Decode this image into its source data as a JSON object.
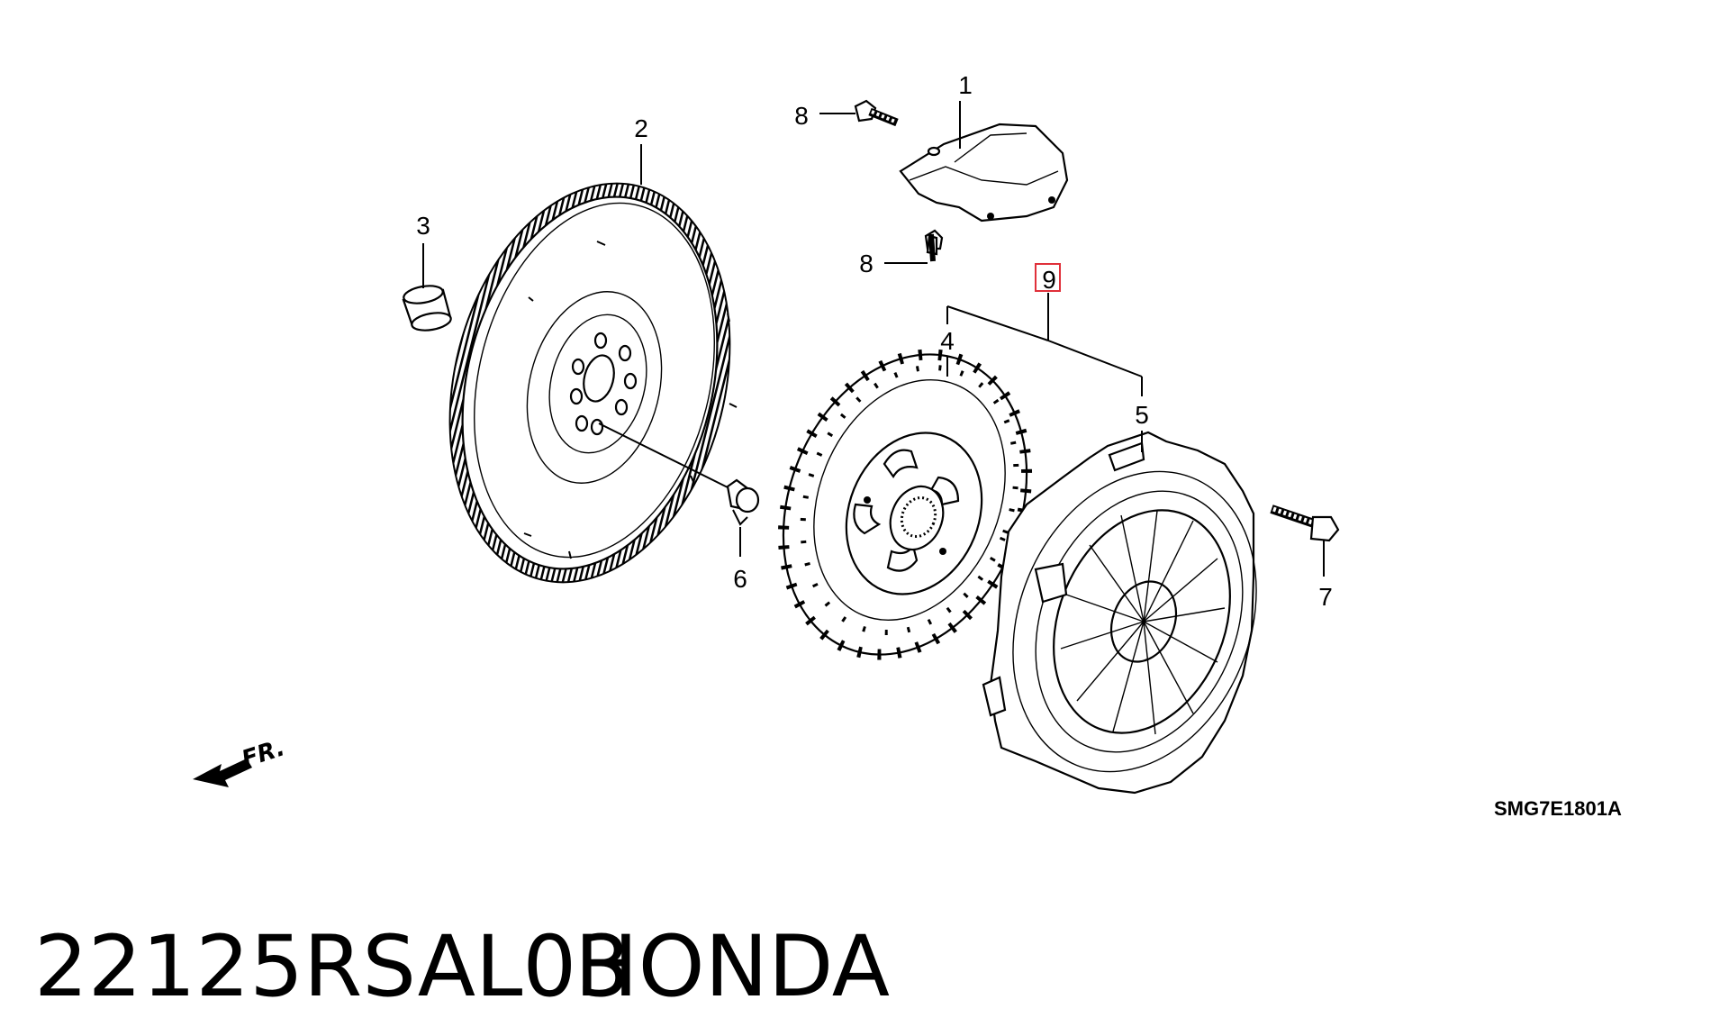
{
  "diagram": {
    "callouts": {
      "c1": "1",
      "c2": "2",
      "c3": "3",
      "c4": "4",
      "c5": "5",
      "c6": "6",
      "c7": "7",
      "c8a": "8",
      "c8b": "8",
      "c9": "9"
    },
    "drawing_code": "SMG7E1801A",
    "direction_label": "FR.",
    "highlight_color": "#e0303a"
  },
  "footer": {
    "part_number": "22125RSAL03",
    "brand": "HONDA"
  }
}
